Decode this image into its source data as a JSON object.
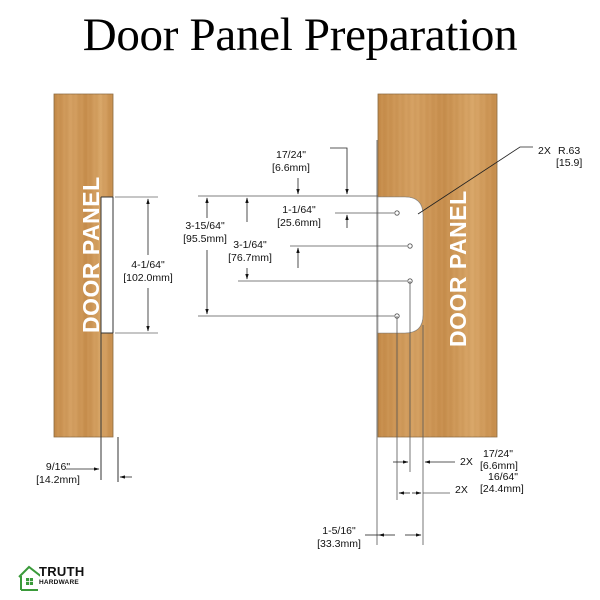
{
  "title": "Door Panel Preparation",
  "panels": {
    "left_label": "DOOR PANEL",
    "right_label": "DOOR PANEL"
  },
  "colors": {
    "wood": "#c98f4c",
    "wood_light": "#d9a566",
    "line": "#222222",
    "dim_line": "#555555"
  },
  "dimensions": {
    "left_cutout_height": {
      "imperial": "4-1/64\"",
      "metric": "[102.0mm]"
    },
    "left_cutout_depth": {
      "imperial": "9/16\"",
      "metric": "[14.2mm]"
    },
    "top_offset": {
      "imperial": "17/24\"",
      "metric": "[6.6mm]"
    },
    "hole_spacing_1": {
      "imperial": "1-1/64\"",
      "metric": "[25.6mm]"
    },
    "overall_height": {
      "imperial": "3-15/64\"",
      "metric": "[95.5mm]"
    },
    "hole_spacing_2": {
      "imperial": "3-1/64\"",
      "metric": "[76.7mm]"
    },
    "corner_radius": {
      "count": "2X",
      "imperial": "R.63",
      "metric": "[15.9]"
    },
    "hole_inset_a": {
      "count": "2X",
      "imperial": "17/24\"",
      "metric": "[6.6mm]"
    },
    "hole_inset_b": {
      "count": "2X",
      "imperial": "16/64\"",
      "metric": "[24.4mm]"
    },
    "cutout_width": {
      "imperial": "1-5/16\"",
      "metric": "[33.3mm]"
    }
  },
  "logo": {
    "name": "TRUTH",
    "subname": "HARDWARE",
    "color": "#3a9a3a"
  }
}
